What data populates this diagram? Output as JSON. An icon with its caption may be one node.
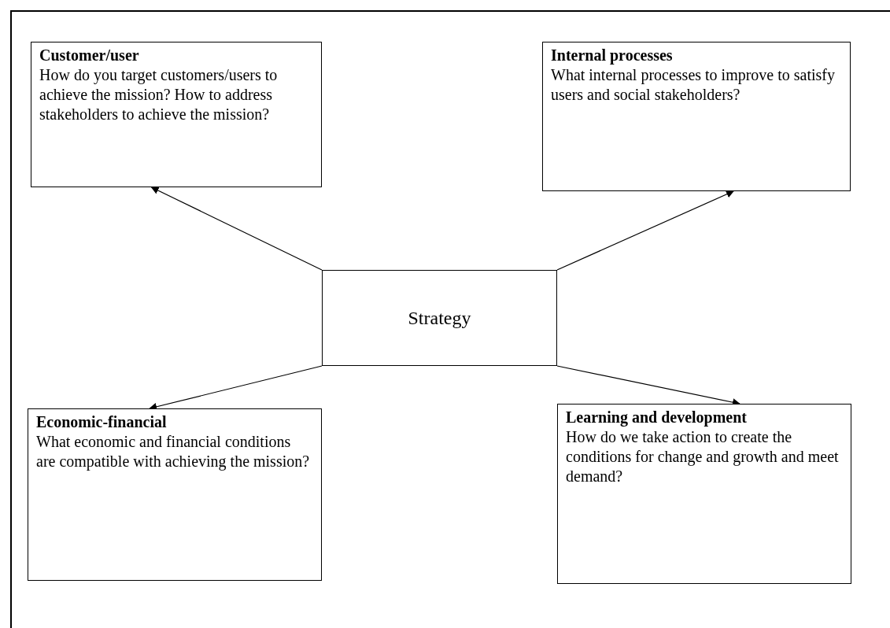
{
  "diagram": {
    "nodes": [
      {
        "text": [
          "Customer/user",
          "How do you target customers/users to achieve the mission? How to address stakeholders to achieve the mission?"
        ]
      },
      {
        "text": [
          "Internal processes",
          "What internal processes to improve to satisfy users and social stakeholders?"
        ]
      },
      {
        "text": [
          "Strategy"
        ]
      },
      {
        "text": [
          "Economic-financial",
          "What economic and financial conditions are compatible with achieving the mission?"
        ]
      },
      {
        "text": [
          "Learning and development",
          "How do we take action to create the conditions for change and growth and meet demand?"
        ]
      }
    ],
    "edges": [
      {
        "from": 2,
        "to": 0,
        "arrow": "to"
      },
      {
        "from": 2,
        "to": 1,
        "arrow": "to"
      },
      {
        "from": 2,
        "to": 3,
        "arrow": "to"
      },
      {
        "from": 2,
        "to": 4,
        "arrow": "to"
      }
    ]
  }
}
